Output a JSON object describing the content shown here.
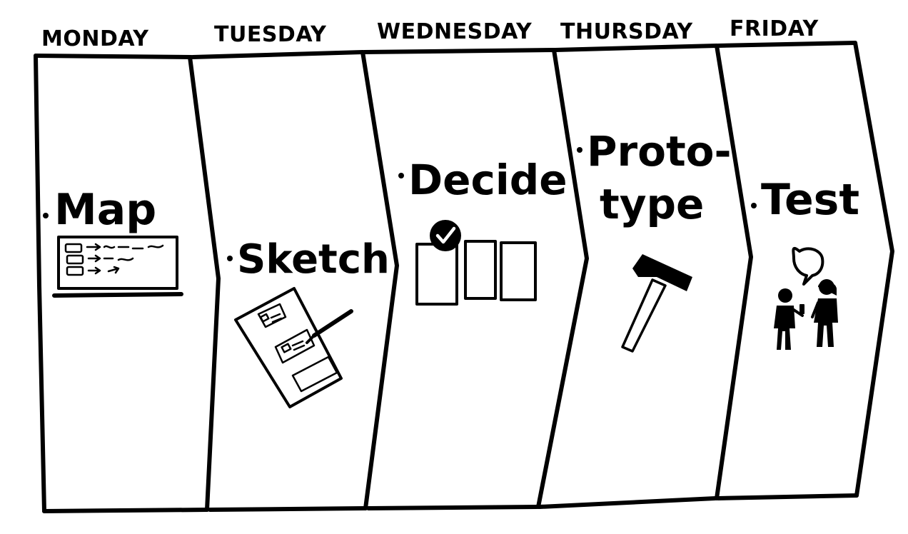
{
  "days": [
    {
      "day": "MONDAY",
      "phase": "Map",
      "icon": "map-board-icon"
    },
    {
      "day": "TUESDAY",
      "phase": "Sketch",
      "icon": "sketch-paper-pen-icon"
    },
    {
      "day": "WEDNESDAY",
      "phase": "Decide",
      "icon": "vote-cards-checkmark-icon"
    },
    {
      "day": "THURSDAY",
      "phase_lines": [
        "Proto-",
        "type"
      ],
      "icon": "hammer-icon"
    },
    {
      "day": "FRIDAY",
      "phase": "Test",
      "icon": "user-interview-icon"
    }
  ],
  "colors": {
    "ink": "#000000",
    "paper": "#ffffff"
  }
}
